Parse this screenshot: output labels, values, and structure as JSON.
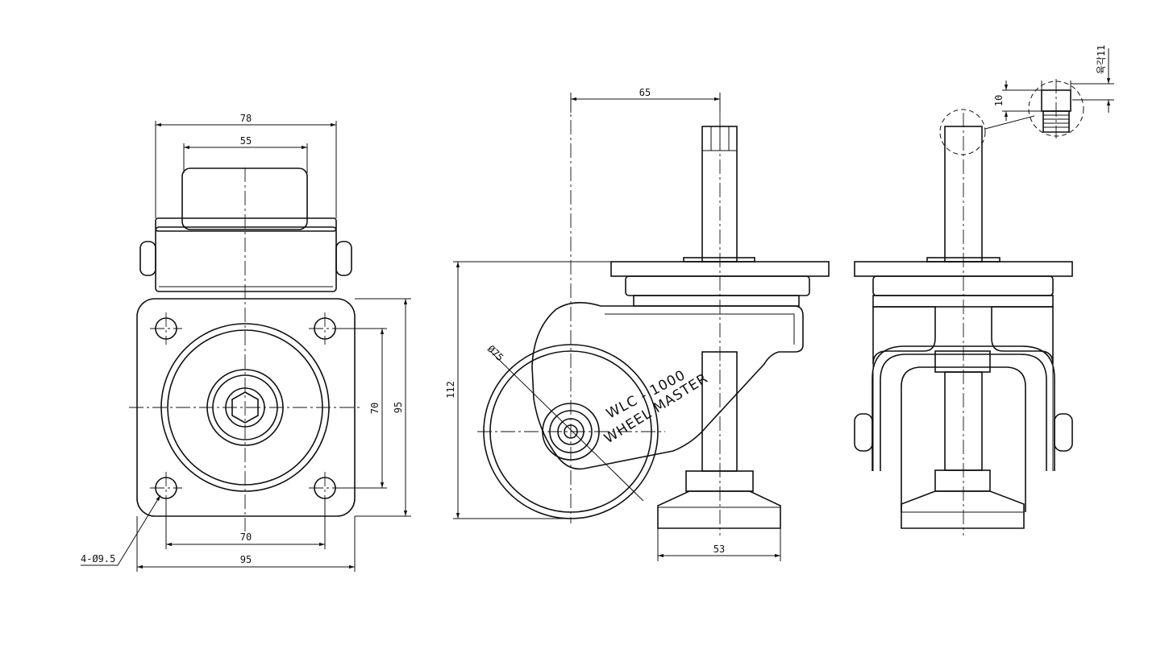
{
  "drawing": {
    "product_text": {
      "model": "WLC - 1000",
      "brand": "WHEEL MASTER"
    },
    "top_view": {
      "dims": {
        "stem_width": "78",
        "pad_width": "55",
        "hole_pitch_vertical": "70",
        "plate_height": "95",
        "hole_pitch_horizontal": "70",
        "plate_width": "95",
        "bolt_holes": "4-Ø9.5"
      }
    },
    "side_view": {
      "dims": {
        "offset": "65",
        "wheel_diameter": "Ø75",
        "height": "112",
        "foot_diameter": "53"
      }
    },
    "end_view": {
      "dims": {
        "thread_length": "10",
        "hex_size": "육각11"
      }
    }
  }
}
